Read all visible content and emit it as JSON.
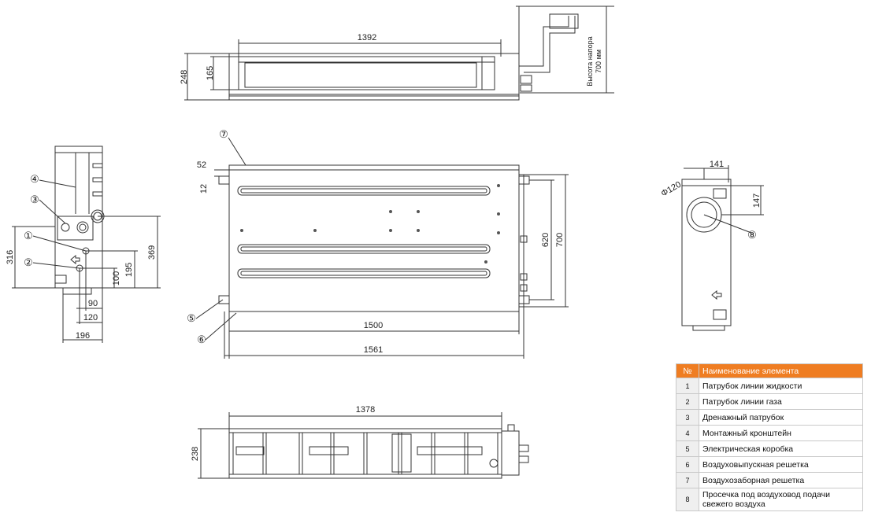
{
  "dimensions": {
    "top_width": "1392",
    "top_height_total": "248",
    "top_height_opening": "165",
    "head_note_line1": "Высота напора",
    "head_note_line2": "700 мм",
    "side_316": "316",
    "side_369": "369",
    "side_195": "195",
    "side_100": "100",
    "side_90": "90",
    "side_120": "120",
    "side_196": "196",
    "front_52": "52",
    "front_12": "12",
    "front_620": "620",
    "front_700": "700",
    "front_1500": "1500",
    "front_1561": "1561",
    "right_141": "141",
    "right_147": "147",
    "right_diam": "Φ120",
    "bottom_1378": "1378",
    "bottom_238": "238"
  },
  "callouts": {
    "c1": "①",
    "c2": "②",
    "c3": "③",
    "c4": "④",
    "c5": "⑤",
    "c6": "⑥",
    "c7": "⑦",
    "c8": "⑧"
  },
  "legend": {
    "header_num": "№",
    "header_name": "Наименование элемента",
    "rows": [
      {
        "num": "1",
        "name": "Патрубок линии жидкости"
      },
      {
        "num": "2",
        "name": "Патрубок линии газа"
      },
      {
        "num": "3",
        "name": "Дренажный патрубок"
      },
      {
        "num": "4",
        "name": "Монтажный кронштейн"
      },
      {
        "num": "5",
        "name": "Электрическая коробка"
      },
      {
        "num": "6",
        "name": "Воздуховыпускная решетка"
      },
      {
        "num": "7",
        "name": "Воздухозаборная решетка"
      },
      {
        "num": "8",
        "name": "Просечка под воздуховод подачи свежего воздуха"
      }
    ]
  }
}
